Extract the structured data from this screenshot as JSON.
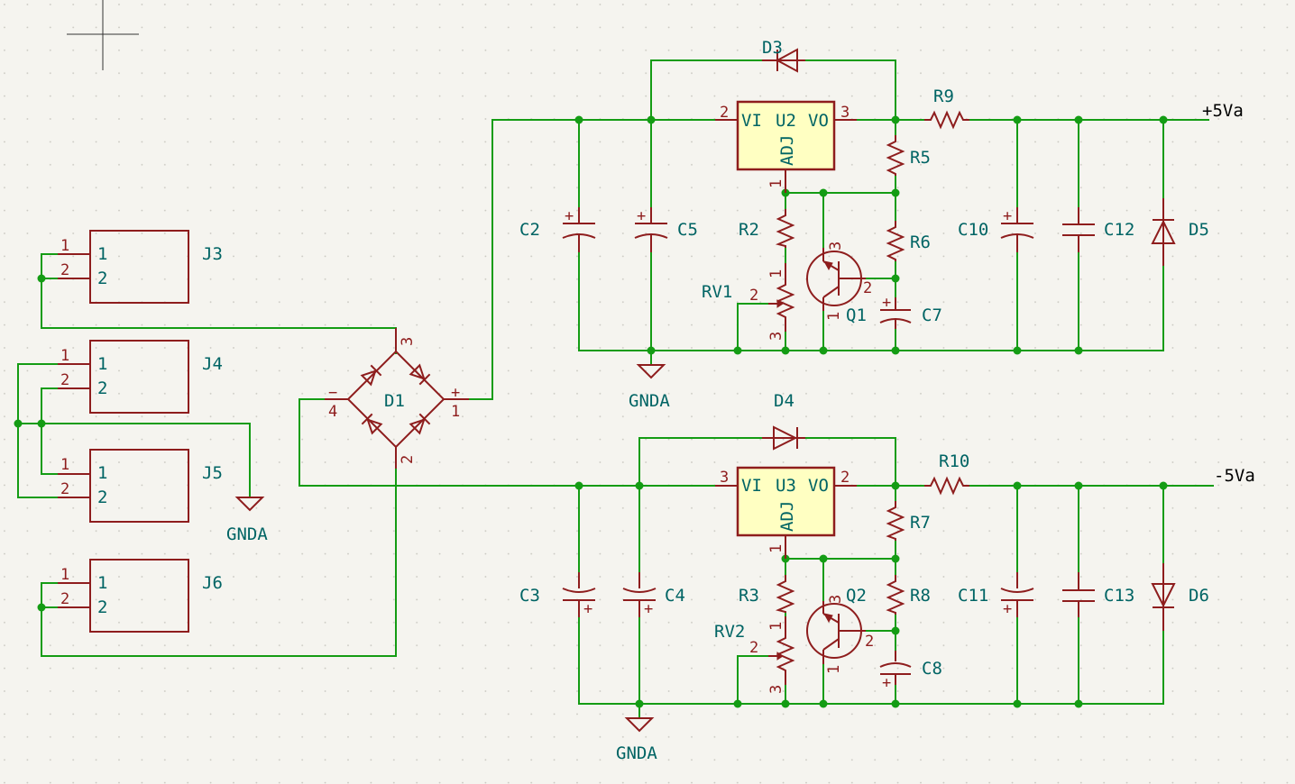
{
  "colors": {
    "wire": "#149c14",
    "component": "#8e1d1d",
    "reference": "#006464",
    "body_fill": "#ffffc2",
    "background": "#f5f4ef"
  },
  "nets": {
    "pos": "+5Va",
    "neg": "-5Va",
    "gnd": "GNDA"
  },
  "connectors": {
    "J3": {
      "ref": "J3",
      "pins": [
        "1",
        "2"
      ],
      "inner": [
        "1",
        "2"
      ]
    },
    "J4": {
      "ref": "J4",
      "pins": [
        "1",
        "2"
      ],
      "inner": [
        "1",
        "2"
      ]
    },
    "J5": {
      "ref": "J5",
      "pins": [
        "1",
        "2"
      ],
      "inner": [
        "1",
        "2"
      ]
    },
    "J6": {
      "ref": "J6",
      "pins": [
        "1",
        "2"
      ],
      "inner": [
        "1",
        "2"
      ]
    }
  },
  "bridge": {
    "ref": "D1",
    "pins": {
      "p1": "1",
      "p2": "2",
      "p3": "3",
      "p4": "4"
    },
    "plus": "+",
    "minus": "−"
  },
  "regulators": {
    "U2": {
      "ref": "U2",
      "vi": "VI",
      "vo": "VO",
      "adj": "ADJ",
      "pin_in": "2",
      "pin_out": "3",
      "pin_adj": "1"
    },
    "U3": {
      "ref": "U3",
      "vi": "VI",
      "vo": "VO",
      "adj": "ADJ",
      "pin_in": "3",
      "pin_out": "2",
      "pin_adj": "1"
    }
  },
  "capacitors": {
    "C2": "C2",
    "C5": "C5",
    "C7": "C7",
    "C10": "C10",
    "C12": "C12",
    "C3": "C3",
    "C4": "C4",
    "C8": "C8",
    "C11": "C11",
    "C13": "C13"
  },
  "resistors": {
    "R2": "R2",
    "R5": "R5",
    "R6": "R6",
    "R9": "R9",
    "R3": "R3",
    "R7": "R7",
    "R8": "R8",
    "R10": "R10"
  },
  "diodes": {
    "D3": "D3",
    "D4": "D4",
    "D5": "D5",
    "D6": "D6"
  },
  "pots": {
    "RV1": "RV1",
    "RV2": "RV2"
  },
  "transistors": {
    "Q1": "Q1",
    "Q2": "Q2"
  },
  "pin_labels": {
    "one": "1",
    "two": "2",
    "three": "3"
  },
  "polarity": {
    "plus": "+"
  }
}
